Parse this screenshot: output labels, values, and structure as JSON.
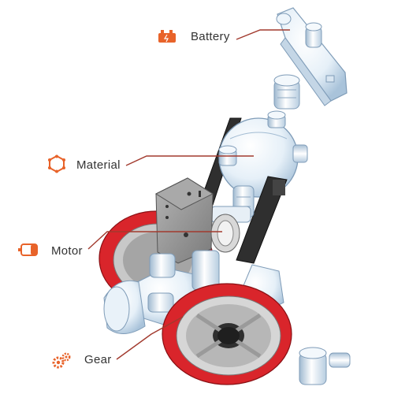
{
  "labels": {
    "battery": "Battery",
    "material": "Material",
    "motor": "Motor",
    "gear": "Gear"
  },
  "icons": {
    "battery": "battery-icon",
    "material": "hexagon-gear-icon",
    "motor": "motor-icon",
    "gear": "gears-icon"
  },
  "colors": {
    "accent": "#e8632a",
    "leader_line": "#a23a2e",
    "wheel_red": "#d9252b",
    "plastic_blue": "#dbe9f5",
    "dark_part": "#2f2f2f",
    "motor_gray": "#8a8a8a"
  }
}
